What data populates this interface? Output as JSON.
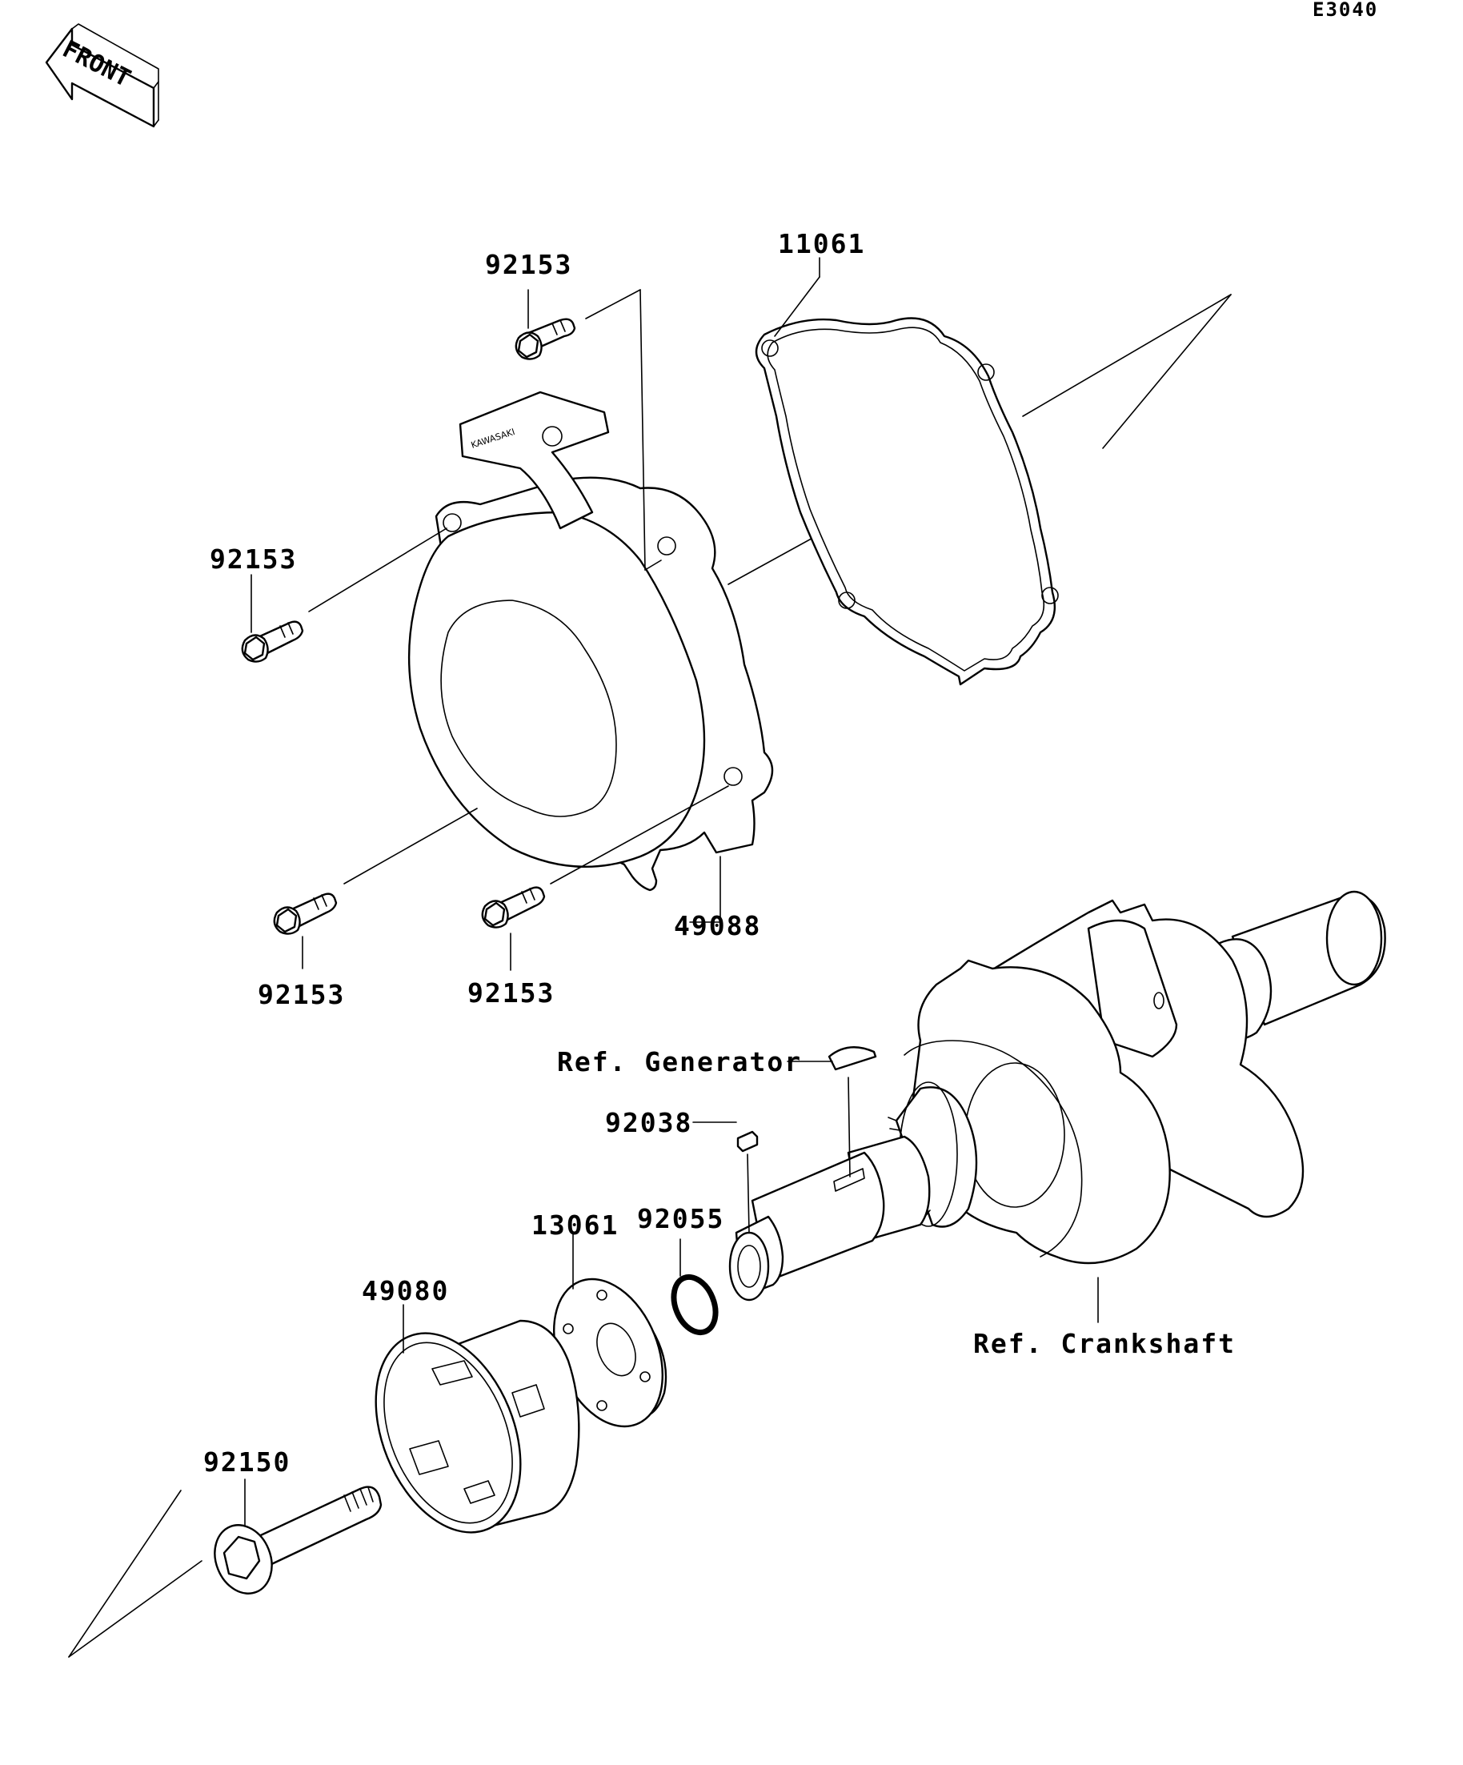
{
  "diagram": {
    "code": "E3040",
    "front_label": "FRONT",
    "cover_brand": "KAWASAKI",
    "parts": [
      {
        "id": "bolt-top",
        "number": "92153"
      },
      {
        "id": "gasket",
        "number": "11061"
      },
      {
        "id": "bolt-left",
        "number": "92153"
      },
      {
        "id": "bolt-bottom-left",
        "number": "92153"
      },
      {
        "id": "bolt-bottom-mid",
        "number": "92153"
      },
      {
        "id": "recoil-cover",
        "number": "49088"
      },
      {
        "id": "ref-generator",
        "number": "Ref. Generator"
      },
      {
        "id": "key",
        "number": "92038"
      },
      {
        "id": "o-ring",
        "number": "92055"
      },
      {
        "id": "pulley",
        "number": "13061"
      },
      {
        "id": "starter-cup",
        "number": "49080"
      },
      {
        "id": "bolt-flange",
        "number": "92150"
      },
      {
        "id": "ref-crankshaft",
        "number": "Ref. Crankshaft"
      }
    ]
  }
}
